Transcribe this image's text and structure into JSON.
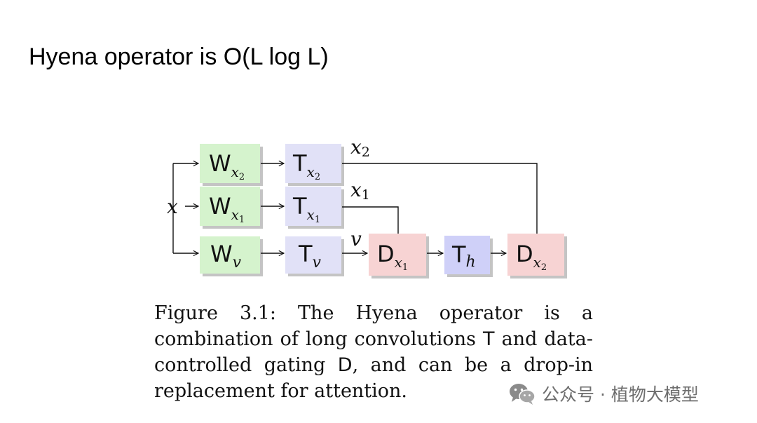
{
  "slide": {
    "title": "Hyena operator is O(L log L)"
  },
  "diagram": {
    "input": {
      "main": "x"
    },
    "blocks": {
      "w_x2": {
        "main": "W",
        "sub": "x",
        "subsub": "2"
      },
      "w_x1": {
        "main": "W",
        "sub": "x",
        "subsub": "1"
      },
      "w_v": {
        "main": "W",
        "sub": "v"
      },
      "t_x2": {
        "main": "T",
        "sub": "x",
        "subsub": "2"
      },
      "t_x1": {
        "main": "T",
        "sub": "x",
        "subsub": "1"
      },
      "t_v": {
        "main": "T",
        "sub": "v"
      },
      "d_x1": {
        "main": "D",
        "sub": "x",
        "subsub": "1"
      },
      "t_h": {
        "main": "T",
        "sub": "h"
      },
      "d_x2": {
        "main": "D",
        "sub": "x",
        "subsub": "2"
      }
    },
    "edge_labels": {
      "x2": {
        "main": "x",
        "sub": "2"
      },
      "x1": {
        "main": "x",
        "sub": "1"
      },
      "v": {
        "main": "v"
      }
    },
    "colors": {
      "w_fill": "#d5f3cd",
      "t_fill": "#e1e1f7",
      "d_fill": "#f7d3d3",
      "th_fill": "#cfd0f8",
      "shadow": "#c4c4c4",
      "line": "#111111"
    }
  },
  "caption": {
    "p1": "Figure 3.1: The Hyena operator is a combination of long convolutions ",
    "t_symbol": "T",
    "p2": " and data-controlled gating ",
    "d_symbol": "D",
    "p3": ", and can be a drop-in replacement for attention."
  },
  "watermark": {
    "icon": "wechat-icon",
    "text": "公众号 · 植物大模型"
  }
}
